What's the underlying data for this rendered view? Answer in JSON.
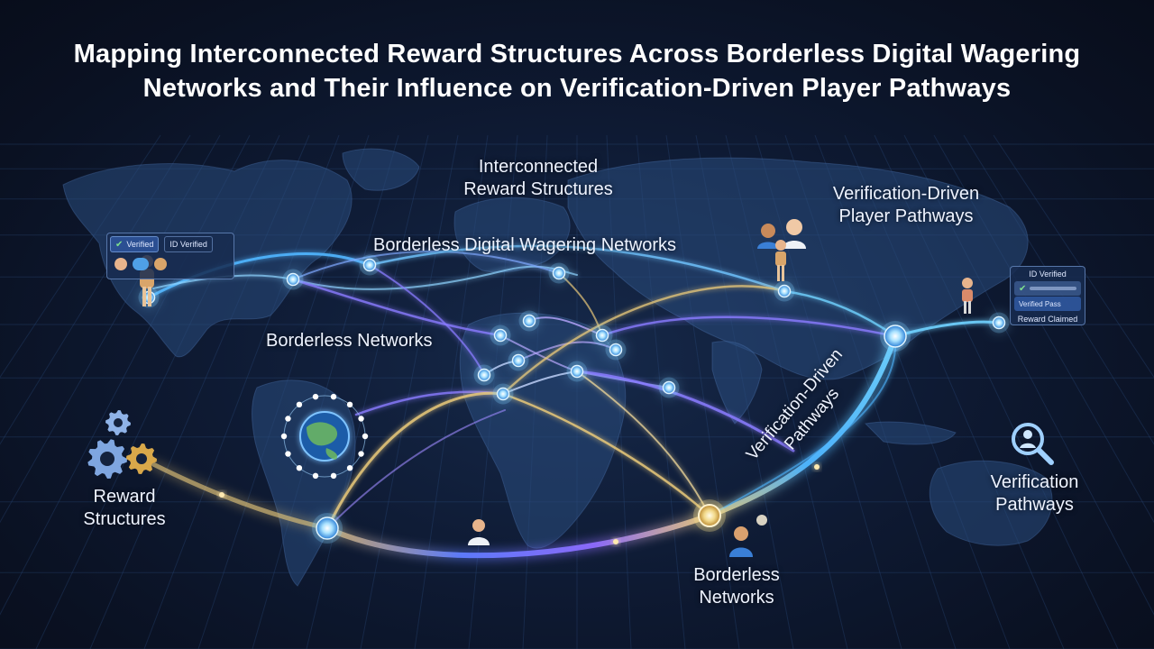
{
  "title_line1": "Mapping Interconnected Reward Structures Across Borderless Digital Wagering",
  "title_line2": "Networks and Their Influence on Verification-Driven Player Pathways",
  "labels": {
    "interconnected_line1": "Interconnected",
    "interconnected_line2": "Reward Structures",
    "borderless_digital": "Borderless Digital Wagering Networks",
    "borderless_networks_mid": "Borderless Networks",
    "verification_player_line1": "Verification-Driven",
    "verification_player_line2": "Player Pathways",
    "verification_driven_arc_line1": "Verification-Driven",
    "verification_driven_arc_line2": "Pathways",
    "reward_line1": "Reward",
    "reward_line2": "Structures",
    "borderless_bottom_line1": "Borderless",
    "borderless_bottom_line2": "Networks",
    "verification_pathways_line1": "Verification",
    "verification_pathways_line2": "Pathways"
  },
  "left_card": {
    "verified": "Verified",
    "id_verified": "ID Verified"
  },
  "right_card": {
    "id_verified": "ID Verified",
    "secondary": "Verified Pass",
    "reward_claimed": "Reward Claimed"
  },
  "colors": {
    "background": "#0b1326",
    "blue_path": "#4fb6ff",
    "purple_path": "#8a7bff",
    "gold_path": "#e8c879",
    "node_glow": "#7fd0ff"
  }
}
